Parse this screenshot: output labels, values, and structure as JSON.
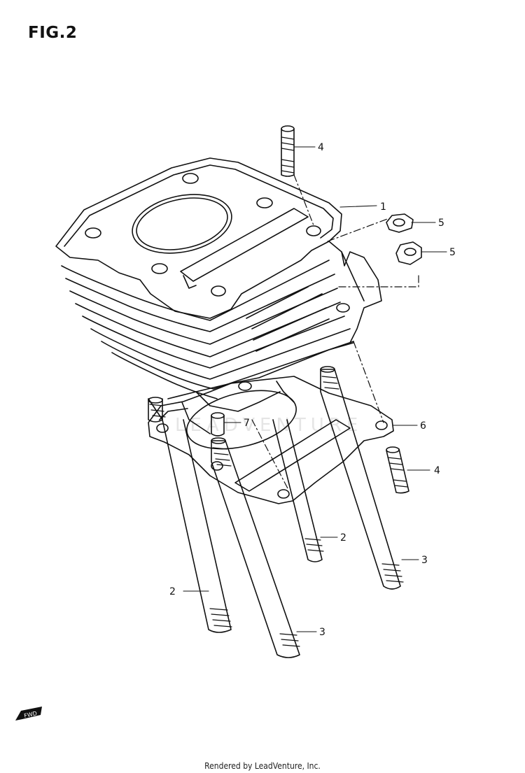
{
  "figure": {
    "title": "FIG.2"
  },
  "callouts": [
    "1",
    "2",
    "2",
    "3",
    "3",
    "4",
    "4",
    "5",
    "5",
    "6",
    "7"
  ],
  "watermark": "LEADVENTURE",
  "fwd_mark": "FWD",
  "footer": "Rendered by LeadVenture, Inc."
}
